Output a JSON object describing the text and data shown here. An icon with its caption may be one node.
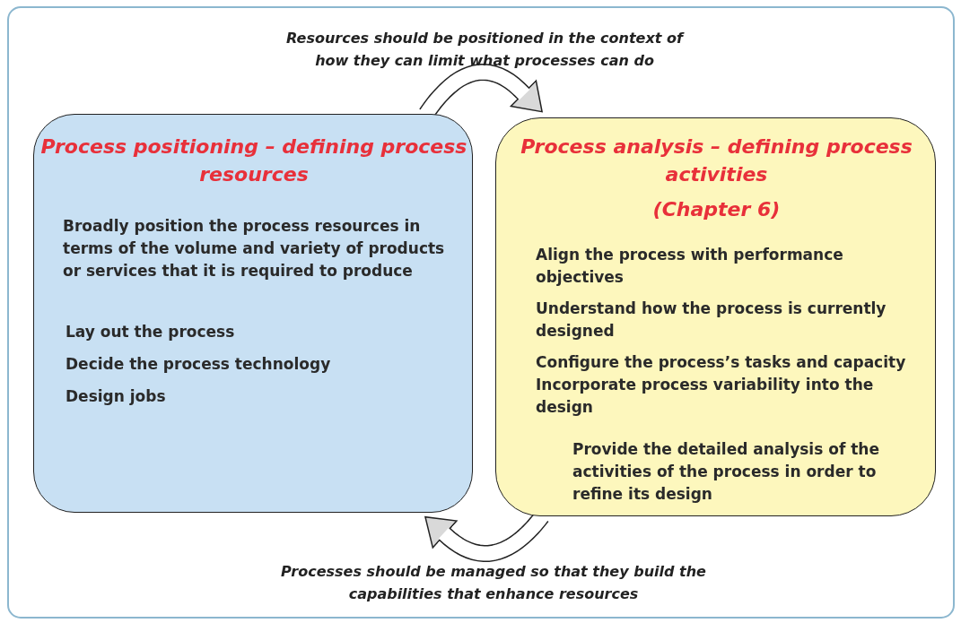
{
  "diagram": {
    "nodes": [
      {
        "text": [
          "Process positioning – defining process resources",
          "Broadly position the process resources in terms of the volume and variety of products or services that it is required to produce",
          "Lay out the process",
          "Decide the process technology",
          "Design jobs"
        ]
      },
      {
        "text": [
          "Process analysis – defining process activities",
          "(Chapter 6)",
          "Align the process with performance objectives",
          "Understand how the process is currently designed",
          "Configure the process’s tasks and capacity",
          "Incorporate process variability into the design",
          "Provide the detailed analysis of the activities of the process in order to refine its design"
        ]
      }
    ],
    "edges": [
      {
        "from": 0,
        "to": 1,
        "arrow": "to",
        "label": "Resources should be positioned in the context of how they can limit what processes can do"
      },
      {
        "from": 1,
        "to": 0,
        "arrow": "to",
        "label": "Processes should be managed so that they build the capabilities that enhance resources"
      }
    ]
  }
}
